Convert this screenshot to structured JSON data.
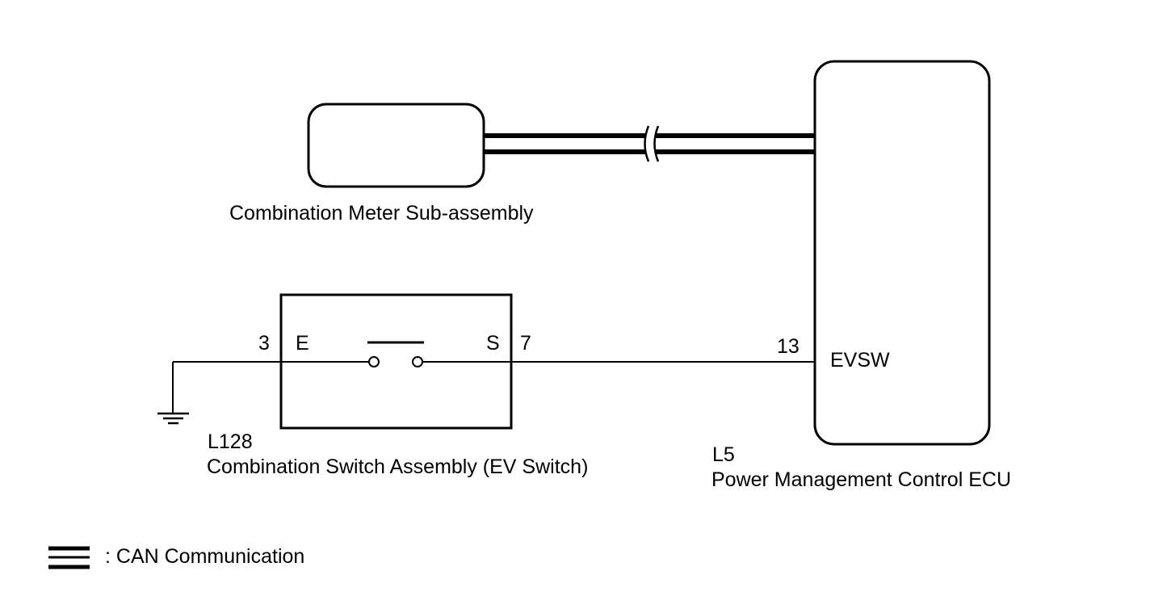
{
  "components": {
    "meter": {
      "name": "Combination Meter Sub-assembly"
    },
    "switch": {
      "connector": "L128",
      "name": "Combination Switch Assembly (EV Switch)",
      "pin_left": "3",
      "pin_right": "7",
      "terminal_left": "E",
      "terminal_right": "S"
    },
    "ecu": {
      "connector": "L5",
      "name": "Power Management Control ECU",
      "pin": "13",
      "terminal": "EVSW"
    }
  },
  "legend": {
    "can_label": ": CAN Communication"
  }
}
